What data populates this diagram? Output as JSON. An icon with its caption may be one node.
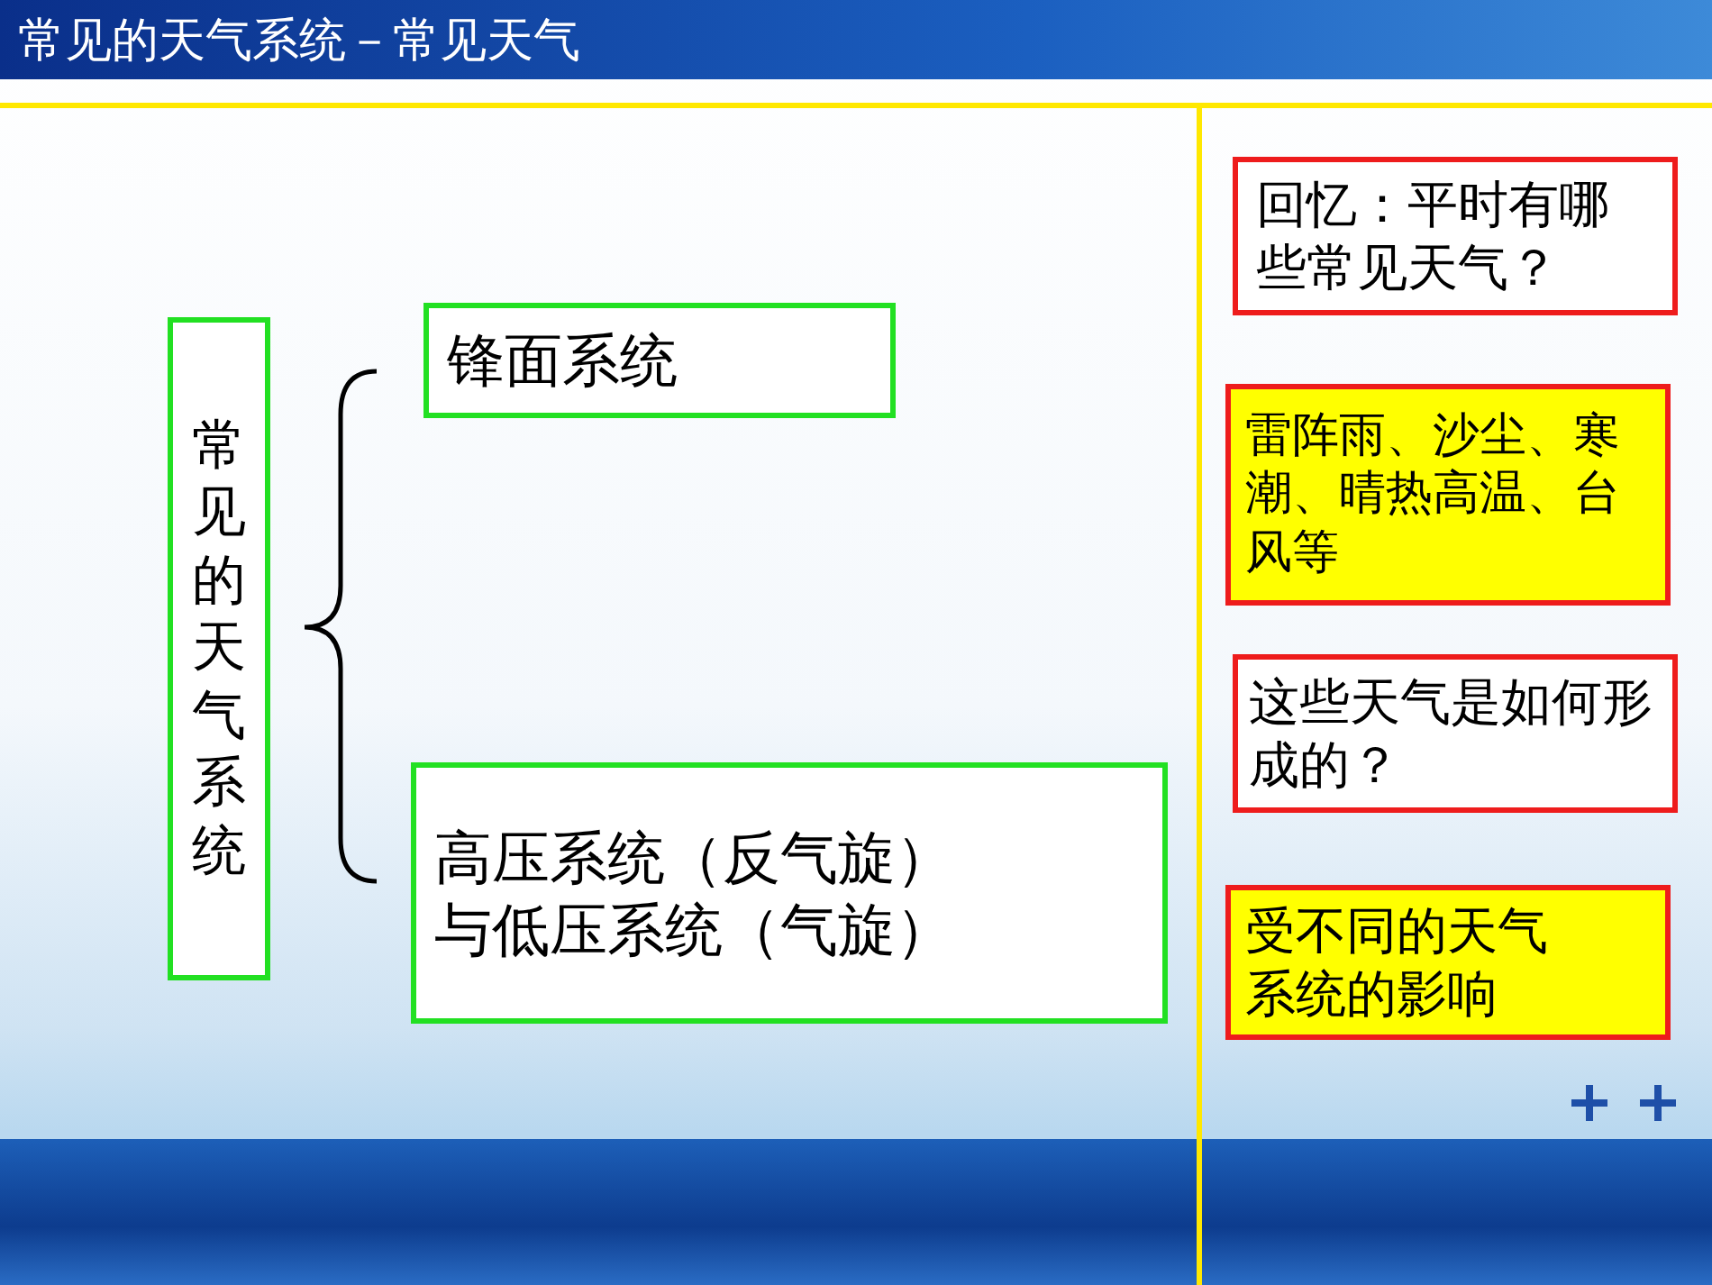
{
  "diagram": {
    "title": "常见的天气系统－常见天气",
    "nodes": [
      {
        "text": [
          "常见的天气系统"
        ]
      },
      {
        "text": [
          "锋面系统"
        ]
      },
      {
        "text": [
          "高压系统（反气旋）与低压系统（气旋）"
        ]
      },
      {
        "text": [
          "回忆：平时有哪些常见天气？"
        ]
      },
      {
        "text": [
          "雷阵雨、沙尘、寒潮、晴热高温、台风等"
        ]
      },
      {
        "text": [
          "这些天气是如何形成的？"
        ]
      },
      {
        "text": [
          "受不同的天气系统的影响"
        ]
      }
    ]
  }
}
